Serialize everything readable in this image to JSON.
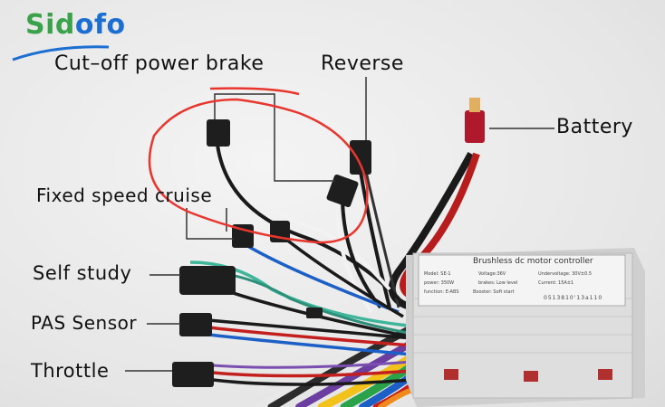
{
  "logo": {
    "text_a": "Sid",
    "text_b": "ofo"
  },
  "labels": {
    "cutoff": "Cut–off power brake",
    "reverse": "Reverse",
    "battery": "Battery",
    "cruise": "Fixed speed cruise",
    "self_study": "Self study",
    "pas": "PAS Sensor",
    "throttle": "Throttle"
  },
  "controller": {
    "title": "Brushless dc motor controller",
    "specs": [
      "Model: SE-1",
      "Voltage:36V",
      "Undervoltage: 30V±0.5",
      "power: 350W",
      "brakes: Low level",
      "Current: 15A±1",
      "function: E-ABS",
      "Booster: Soft start"
    ],
    "barcode": "0513810'13a110"
  },
  "colors": {
    "annotation": "#e8362e",
    "logo_green": "#3aa24a",
    "logo_blue": "#1c6fd1",
    "case": "#dcdcdc"
  }
}
